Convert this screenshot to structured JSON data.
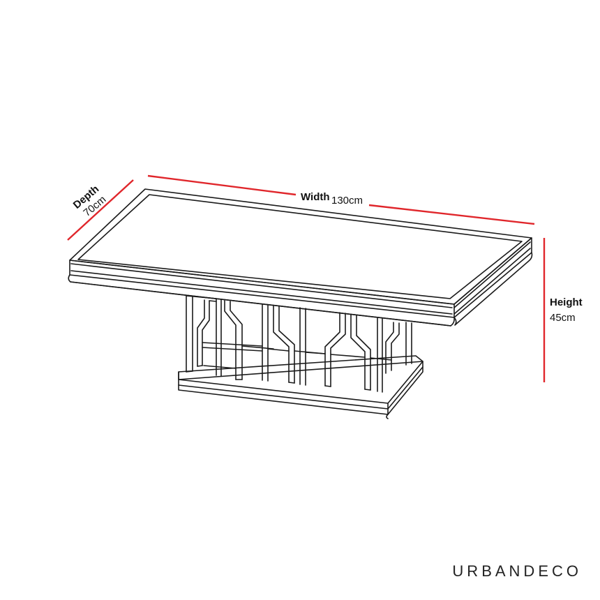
{
  "colors": {
    "dimension_line": "#e0262b",
    "outline": "#1a1a1a"
  },
  "dimensions": {
    "width": {
      "label": "Width",
      "value": "130cm"
    },
    "depth": {
      "label": "Depth",
      "value": "70cm"
    },
    "height": {
      "label": "Height",
      "value": "45cm"
    }
  },
  "brand": {
    "name": "URBANDECO"
  }
}
